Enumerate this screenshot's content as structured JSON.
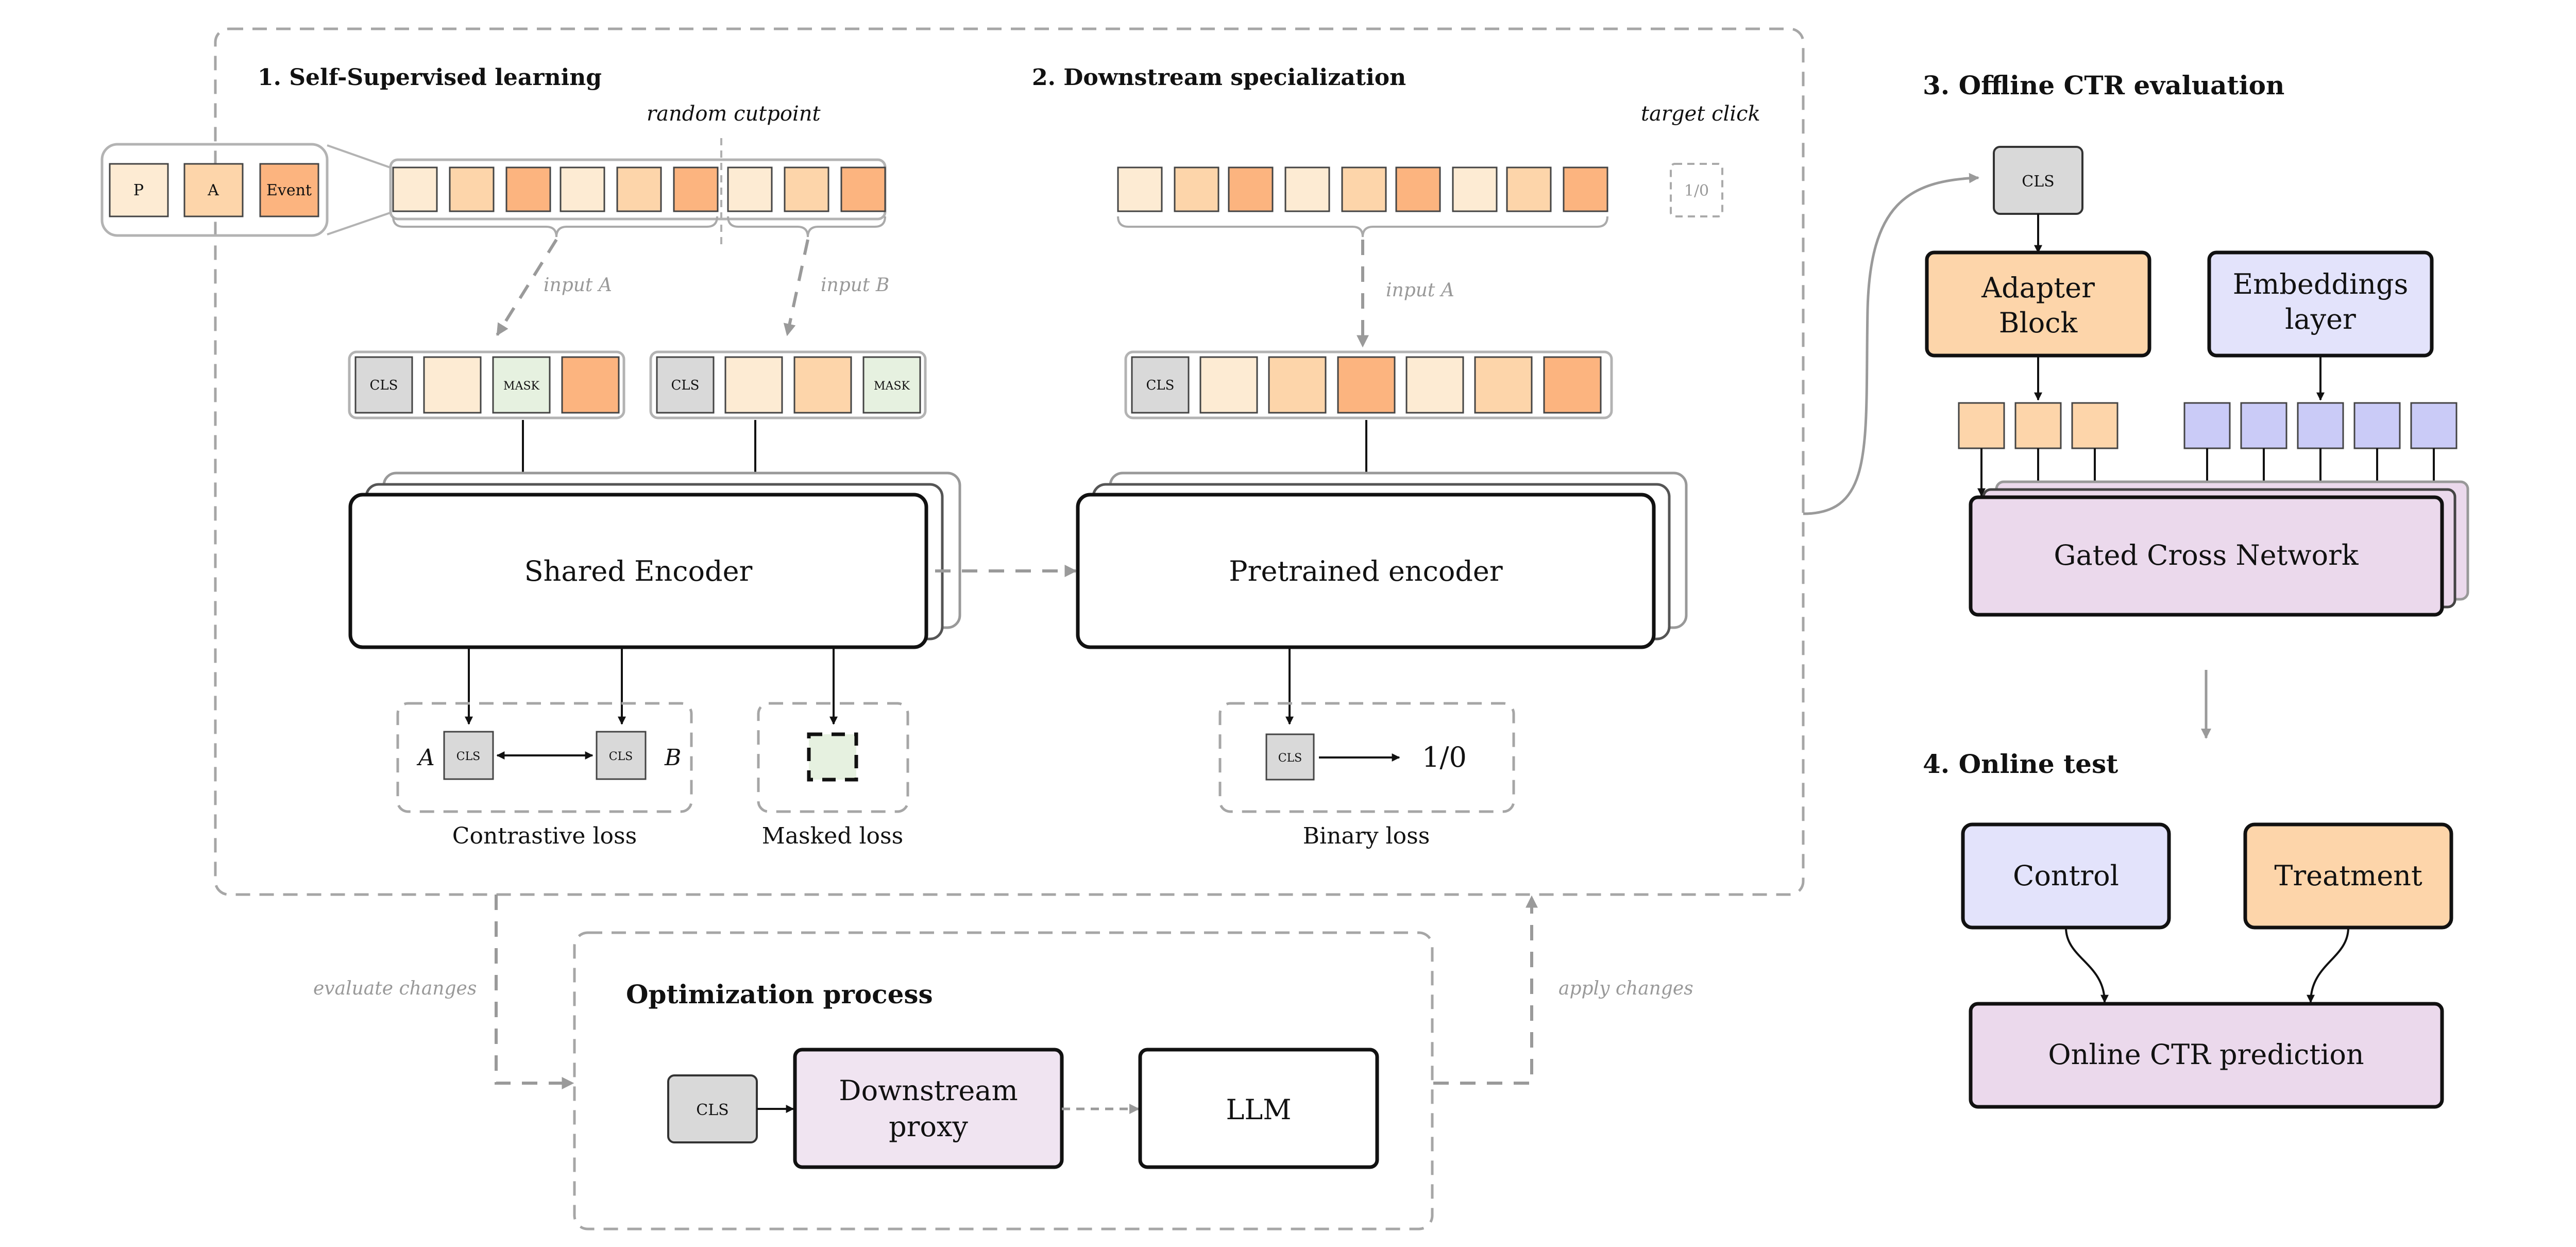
{
  "sections": {
    "ssl": "1. Self-Supervised learning",
    "downstream": "2. Downstream specialization",
    "offline": "3. Offline CTR evaluation",
    "online": "4. Online test",
    "optimization": "Optimization process"
  },
  "token_legend": {
    "p": "P",
    "a": "A",
    "event": "Event"
  },
  "labels": {
    "random_cutpoint": "random cutpoint",
    "target_click": "target click",
    "target_value": "1/0",
    "input_a": "input A",
    "input_b": "input B",
    "cls": "CLS",
    "mask": "MASK",
    "shared_encoder": "Shared Encoder",
    "pretrained_encoder": "Pretrained encoder",
    "side_a": "A",
    "side_b": "B",
    "contrastive_loss": "Contrastive loss",
    "masked_loss": "Masked loss",
    "binary_output": "1/0",
    "binary_loss": "Binary loss",
    "adapter_block": [
      "Adapter",
      "Block"
    ],
    "embeddings_layer": [
      "Embeddings",
      "layer"
    ],
    "gated_cross_network": "Gated Cross Network",
    "control": "Control",
    "treatment": "Treatment",
    "online_ctr": "Online CTR prediction",
    "downstream_proxy": [
      "Downstream",
      "proxy"
    ],
    "llm": "LLM",
    "evaluate_changes": "evaluate changes",
    "apply_changes": "apply changes"
  },
  "colors": {
    "token_light": "#fdebd3",
    "token_mid": "#fdd5aa",
    "token_dark": "#fcb47f",
    "cls_grey": "#d9d9d9",
    "mask_green": "#e6f1e0",
    "adapter_orange": "#fdd5aa",
    "embedding_lavender": "#e3e3fb",
    "embedding_token": "#cacbf7",
    "gcn_purple": "#ebd9ec",
    "proxy_purple": "#f0e4f1"
  }
}
